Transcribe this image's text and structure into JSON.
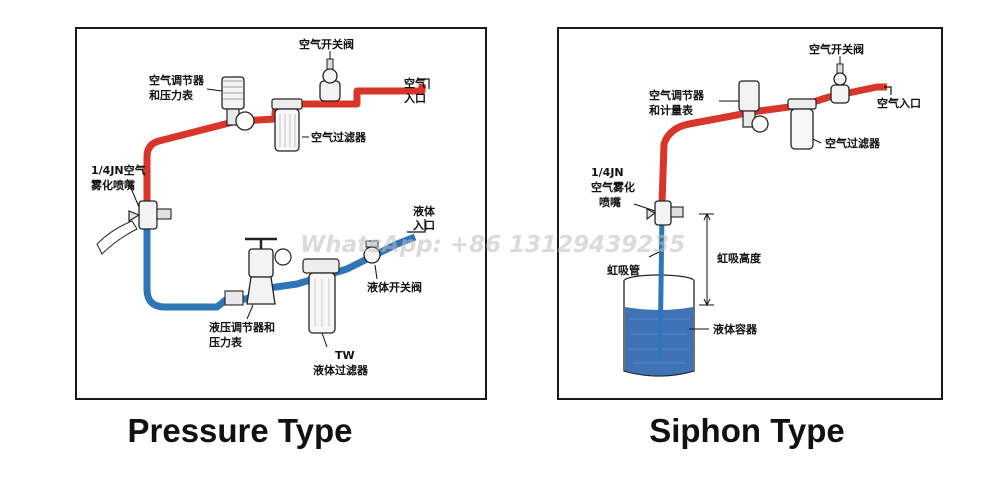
{
  "pressure": {
    "caption": "Pressure Type",
    "labels": {
      "air_switch_valve": "空气开关阀",
      "air_inlet_1": "空气",
      "air_inlet_2": "入口",
      "air_regulator_1": "空气调节器",
      "air_regulator_2": "和压力表",
      "air_filter": "空气过滤器",
      "nozzle_1": "1/4JN空气",
      "nozzle_2": "雾化喷嘴",
      "liquid_inlet_1": "液体",
      "liquid_inlet_2": "入口",
      "liquid_switch_valve": "液体开关阀",
      "hydraulic_regulator_1": "液压调节器和",
      "hydraulic_regulator_2": "压力表",
      "liquid_filter_1": "TW",
      "liquid_filter_2": "液体过滤器"
    }
  },
  "siphon": {
    "caption": "Siphon Type",
    "labels": {
      "air_switch_valve": "空气开关阀",
      "air_inlet": "空气入口",
      "air_regulator_1": "空气调节器",
      "air_regulator_2": "和计量表",
      "air_filter": "空气过滤器",
      "nozzle_1": "1/4JN",
      "nozzle_2": "空气雾化",
      "nozzle_3": "喷嘴",
      "siphon_height": "虹吸高度",
      "siphon_tube": "虹吸管",
      "liquid_container": "液体容器"
    }
  },
  "watermark": "WhatsApp: +86 13129439235",
  "colors": {
    "air_line": "#d8362a",
    "liquid_line": "#2f76b8",
    "liquid_fill": "#2a64ad"
  }
}
